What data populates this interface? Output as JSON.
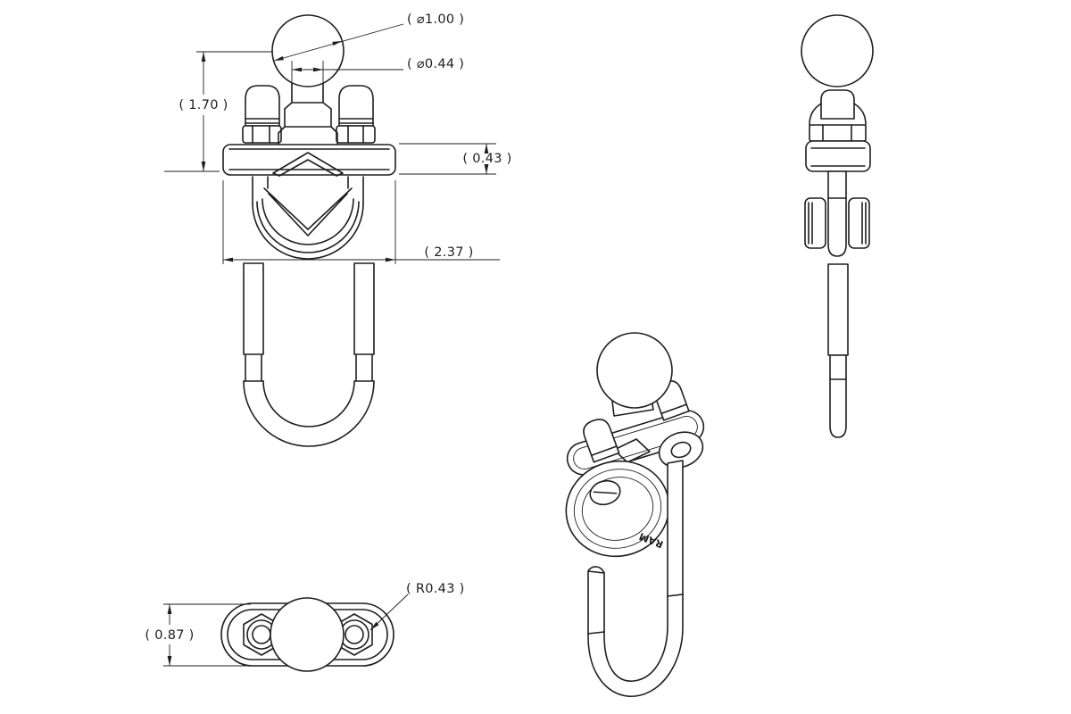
{
  "sheet": {
    "background": "#ffffff",
    "line_color": "#1e1e1e"
  },
  "dimensions": {
    "ball_diameter": "( ⌀1.00 )",
    "post_diameter": "( ⌀0.44 )",
    "overall_height": "( 1.70 )",
    "base_thickness": "( 0.43 )",
    "base_width": "( 2.37 )",
    "corner_radius": "( R0.43 )",
    "base_depth": "( 0.87 )"
  },
  "branding": {
    "logo": "RAM"
  }
}
